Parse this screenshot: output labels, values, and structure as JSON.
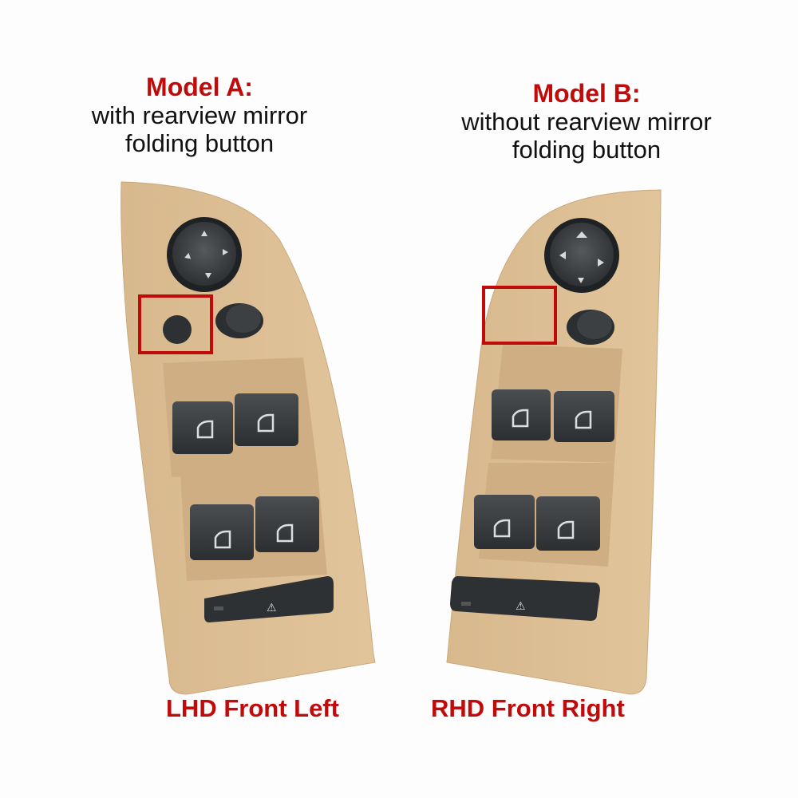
{
  "model_a": {
    "title": "Model A:",
    "line1": "with rearview mirror",
    "line2": "folding button",
    "footer": "LHD Front Left"
  },
  "model_b": {
    "title": "Model B:",
    "line1": "without rearview mirror",
    "line2": "folding button",
    "footer": "RHD Front Right"
  },
  "colors": {
    "highlight": "#c10a0a",
    "panel": "#dcbc92",
    "button": "#34383a"
  },
  "icons": [
    "mirror-joystick-icon",
    "fold-button-icon",
    "window-switch-icon",
    "child-lock-icon"
  ]
}
